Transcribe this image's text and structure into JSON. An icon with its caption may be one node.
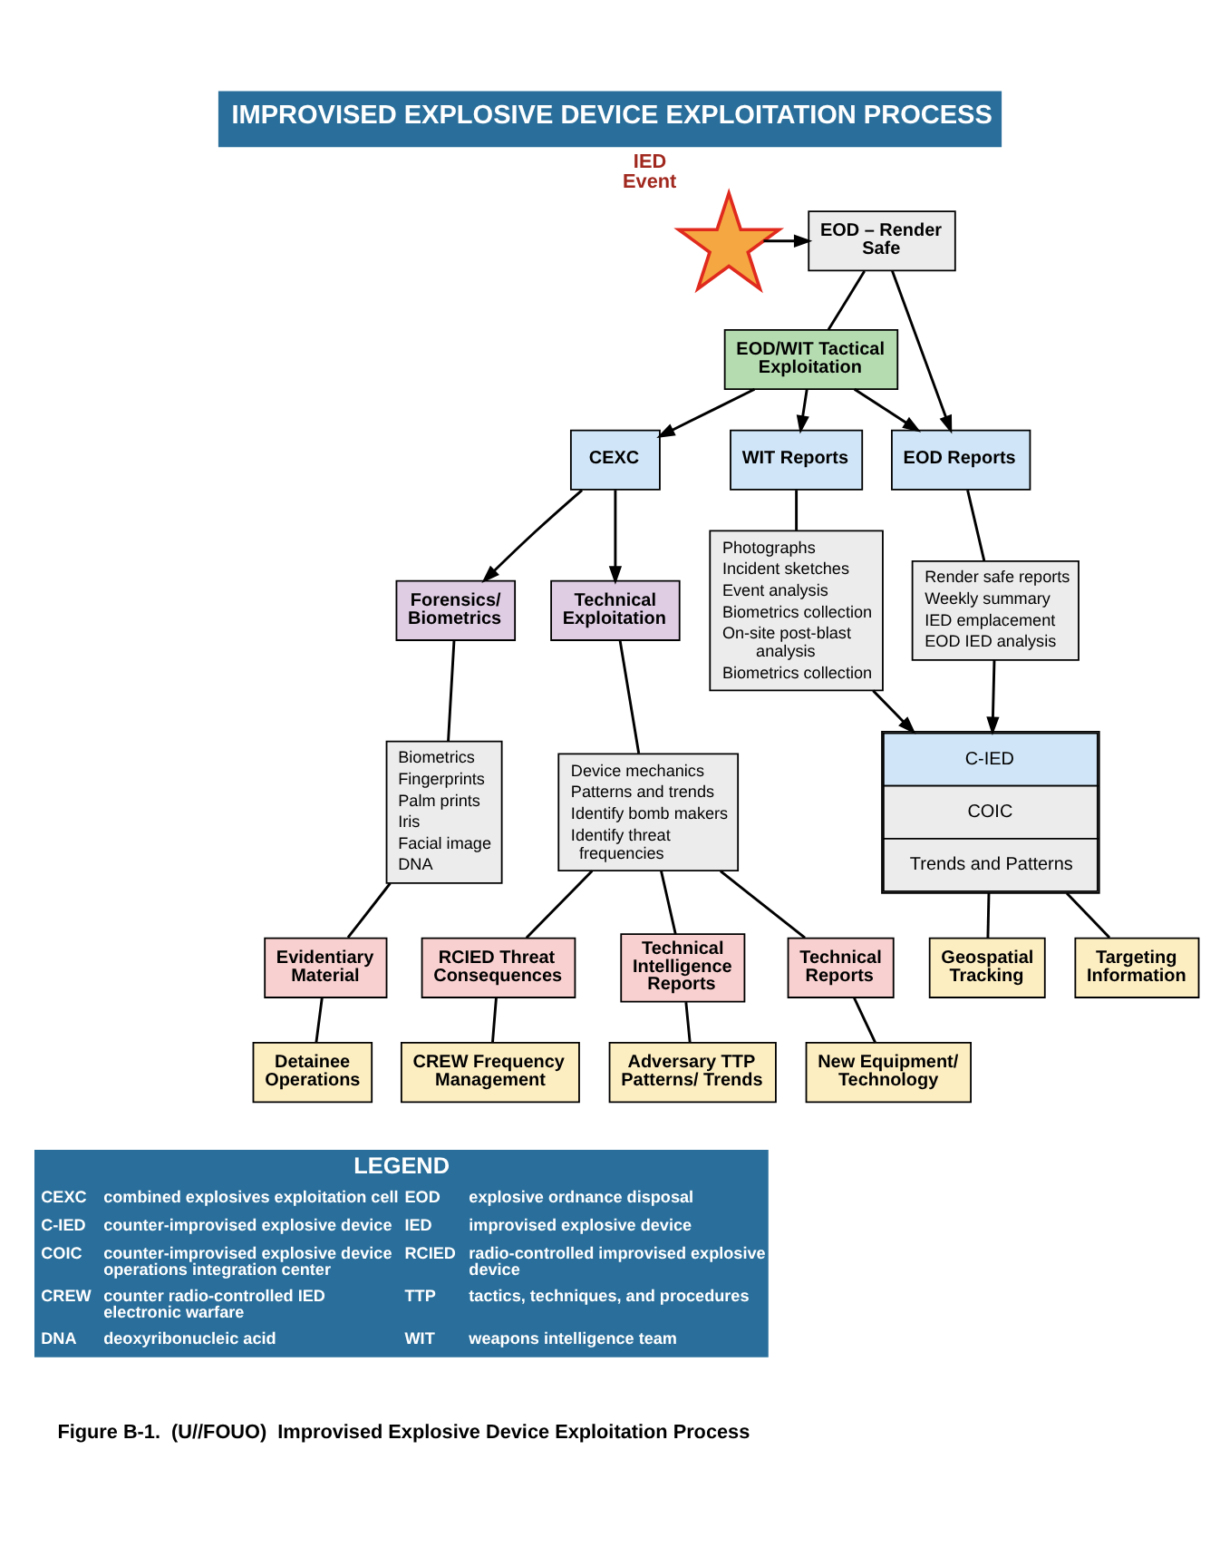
{
  "diagram": {
    "title": "IMPROVISED EXPLOSIVE DEVICE EXPLOITATION PROCESS",
    "caption": "Figure B-1.  (U//FOUO)  Improvised Explosive Device Exploitation Process",
    "nodes": [
      {
        "text": [
          "IED Event"
        ]
      },
      {
        "text": [
          "EOD – Render Safe"
        ]
      },
      {
        "text": [
          "EOD/WIT Tactical Exploitation"
        ]
      },
      {
        "text": [
          "CEXC"
        ]
      },
      {
        "text": [
          "WIT Reports"
        ]
      },
      {
        "text": [
          "EOD Reports"
        ]
      },
      {
        "text": [
          "Forensics/ Biometrics"
        ]
      },
      {
        "text": [
          "Technical Exploitation"
        ]
      },
      {
        "text": [
          "Biometrics",
          "Fingerprints",
          "Palm prints",
          "Iris",
          "Facial image",
          "DNA"
        ]
      },
      {
        "text": [
          "Device mechanics",
          "Patterns and trends",
          "Identify bomb makers",
          "Identify threat frequencies"
        ]
      },
      {
        "text": [
          "Photographs",
          "Incident sketches",
          "Event analysis",
          "Biometrics collection",
          "On-site post-blast analysis",
          "Biometrics collection"
        ]
      },
      {
        "text": [
          "Render safe reports",
          "Weekly summary",
          "IED emplacement",
          "EOD IED analysis"
        ]
      },
      {
        "text": [
          "Evidentiary Material"
        ]
      },
      {
        "text": [
          "RCIED Threat Consequences"
        ]
      },
      {
        "text": [
          "Technical Intelligence Reports"
        ]
      },
      {
        "text": [
          "Technical Reports"
        ]
      },
      {
        "text": [
          "Detainee Operations"
        ]
      },
      {
        "text": [
          "CREW Frequency Management"
        ]
      },
      {
        "text": [
          "Adversary TTP Patterns/ Trends"
        ]
      },
      {
        "text": [
          "New Equipment/ Technology"
        ]
      },
      {
        "text": [
          "C-IED",
          "COIC",
          "Trends and Patterns"
        ]
      },
      {
        "text": [
          "Geospatial Tracking"
        ]
      },
      {
        "text": [
          "Targeting Information"
        ]
      }
    ],
    "edges": [
      {
        "from": 0,
        "to": 1,
        "arrow": "to"
      },
      {
        "from": 1,
        "to": 2,
        "arrow": "none"
      },
      {
        "from": 1,
        "to": 5,
        "arrow": "to"
      },
      {
        "from": 2,
        "to": 3,
        "arrow": "to"
      },
      {
        "from": 2,
        "to": 4,
        "arrow": "to"
      },
      {
        "from": 2,
        "to": 5,
        "arrow": "to"
      },
      {
        "from": 3,
        "to": 6,
        "arrow": "to"
      },
      {
        "from": 3,
        "to": 7,
        "arrow": "to"
      },
      {
        "from": 6,
        "to": 8,
        "arrow": "none"
      },
      {
        "from": 7,
        "to": 9,
        "arrow": "none"
      },
      {
        "from": 4,
        "to": 10,
        "arrow": "none"
      },
      {
        "from": 5,
        "to": 11,
        "arrow": "none"
      },
      {
        "from": 8,
        "to": 12,
        "arrow": "none"
      },
      {
        "from": 9,
        "to": 13,
        "arrow": "none"
      },
      {
        "from": 9,
        "to": 14,
        "arrow": "none"
      },
      {
        "from": 9,
        "to": 15,
        "arrow": "none"
      },
      {
        "from": 12,
        "to": 16,
        "arrow": "none"
      },
      {
        "from": 13,
        "to": 17,
        "arrow": "none"
      },
      {
        "from": 14,
        "to": 18,
        "arrow": "none"
      },
      {
        "from": 15,
        "to": 19,
        "arrow": "none"
      },
      {
        "from": 10,
        "to": 20,
        "arrow": "to"
      },
      {
        "from": 11,
        "to": 20,
        "arrow": "to"
      },
      {
        "from": 20,
        "to": 21,
        "arrow": "none"
      },
      {
        "from": 20,
        "to": 22,
        "arrow": "none"
      }
    ],
    "labels": [
      "LEGEND",
      "CEXC",
      "combined explosives exploitation cell",
      "C-IED",
      "counter-improvised explosive device",
      "COIC",
      "counter-improvised explosive device operations integration center",
      "CREW",
      "counter radio-controlled IED electronic warfare",
      "DNA",
      "deoxyribonucleic acid",
      "EOD",
      "explosive ordnance disposal",
      "IED",
      "improvised explosive device",
      "RCIED",
      "radio-controlled improvised explosive device",
      "TTP",
      "tactics, techniques, and procedures",
      "WIT",
      "weapons intelligence team"
    ]
  }
}
